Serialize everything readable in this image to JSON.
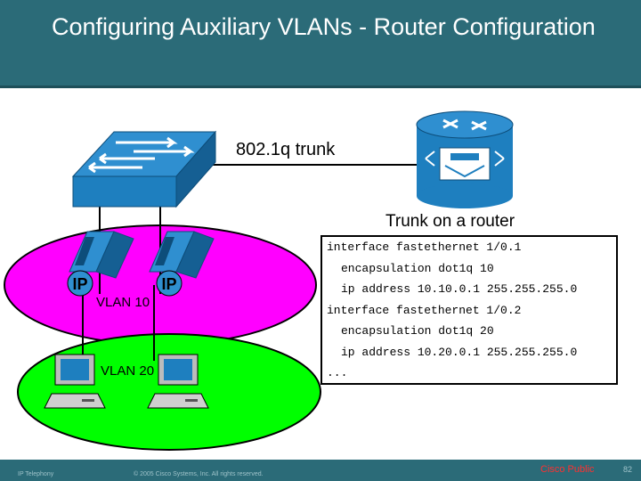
{
  "title": "Configuring Auxiliary VLANs - Router Configuration",
  "labels": {
    "trunk": "802.1q trunk",
    "router": "Trunk on a router",
    "vlan10": "VLAN 10",
    "vlan20": "VLAN 20",
    "ip_badge": "IP"
  },
  "config_lines": [
    "interface fastethernet 1/0.1",
    "encapsulation dot1q 10",
    "ip address 10.10.0.1 255.255.255.0",
    "interface fastethernet 1/0.2",
    "encapsulation dot1q 20",
    "ip address 10.20.0.1 255.255.255.0",
    "..."
  ],
  "footer": {
    "left": "IP Telephony",
    "center": "© 2005 Cisco Systems, Inc. All rights reserved.",
    "right": "Cisco Public",
    "page": "82"
  },
  "colors": {
    "header": "#2b6b78",
    "vlan10_zone": "#ff00ff",
    "vlan20_zone": "#00ff00",
    "device_blue": "#1e7fbf",
    "footer_right": "#ff3030"
  }
}
